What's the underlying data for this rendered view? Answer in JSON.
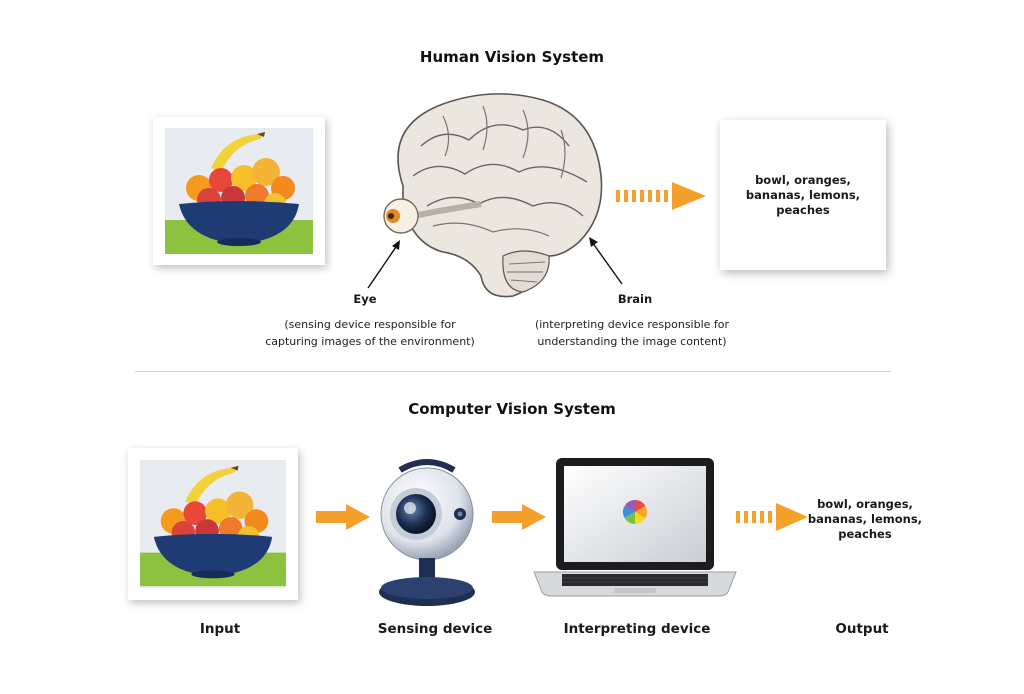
{
  "human": {
    "title": "Human Vision System",
    "eye_label": "Eye",
    "eye_desc_line1": "(sensing device responsible for",
    "eye_desc_line2": "capturing images of the environment)",
    "brain_label": "Brain",
    "brain_desc_line1": "(interpreting device responsible for",
    "brain_desc_line2": "understanding the image content)",
    "output_line1": "bowl, oranges,",
    "output_line2": "bananas, lemons,",
    "output_line3": "peaches"
  },
  "computer": {
    "title": "Computer Vision System",
    "captions": {
      "input": "Input",
      "sensing": "Sensing device",
      "interpreting": "Interpreting device",
      "output": "Output"
    },
    "output_line1": "bowl, oranges,",
    "output_line2": "bananas, lemons,",
    "output_line3": "peaches"
  },
  "colors": {
    "accent_orange": "#f4a12b",
    "divider": "#d3d3d3"
  }
}
